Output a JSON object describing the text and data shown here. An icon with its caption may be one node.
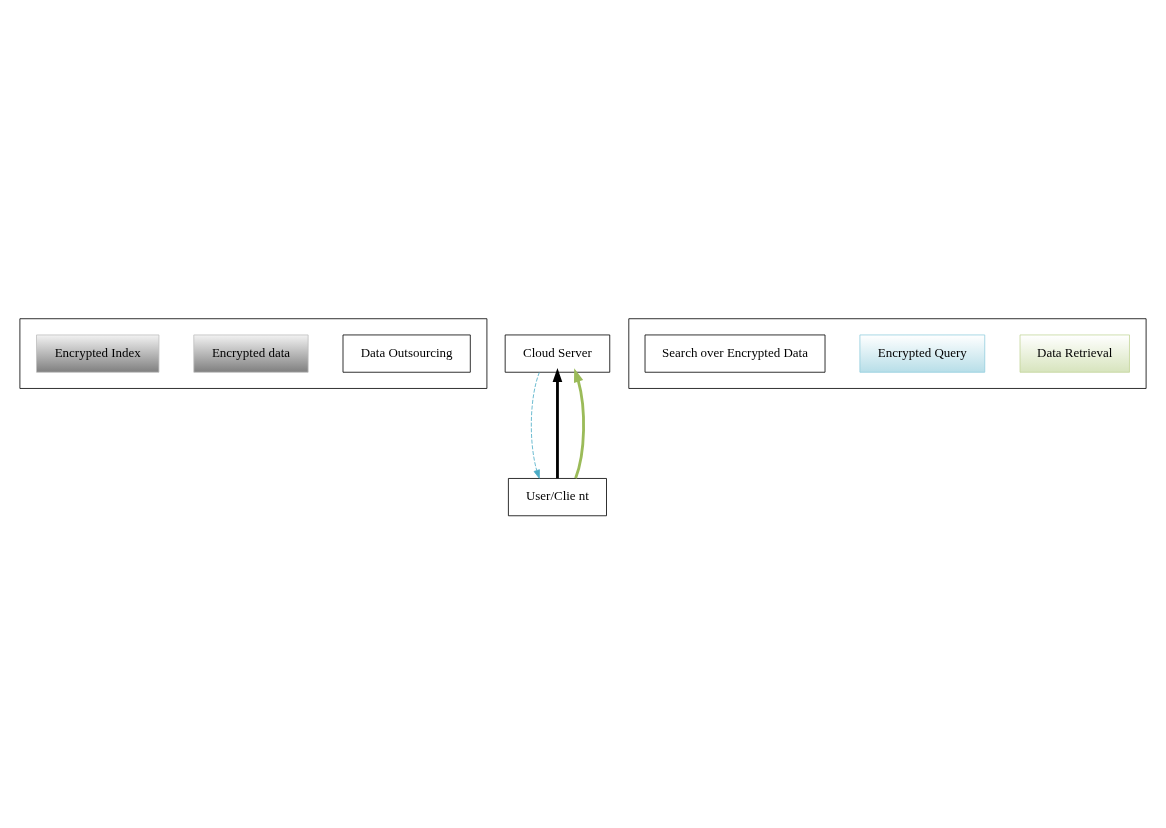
{
  "diagram": {
    "nodes": [
      {
        "text": [],
        "shape": "box"
      },
      {
        "text": [
          "Data Outsourcing"
        ],
        "in": 0
      },
      {
        "text": [
          "Encrypted data"
        ],
        "in": 0
      },
      {
        "text": [
          "Encrypted Index"
        ],
        "in": 0
      },
      {
        "text": [
          "Cloud Server"
        ]
      },
      {
        "text": [],
        "shape": "box"
      },
      {
        "text": [
          "Data Retrieval"
        ],
        "in": 5
      },
      {
        "text": [
          "Encrypted Query"
        ],
        "in": 5
      },
      {
        "text": [
          "Search over Encrypted Data"
        ],
        "in": 5
      },
      {
        "text": [
          "User/Clie nt"
        ]
      }
    ],
    "edges": [
      {
        "from": 9,
        "to": 4,
        "arrow": "to"
      },
      {
        "from": 4,
        "to": 9,
        "arrow": "to",
        "style": "dashed",
        "color": "#4bacc6"
      },
      {
        "from": 9,
        "to": 4,
        "arrow": "to",
        "color": "#9bbb59"
      }
    ]
  }
}
